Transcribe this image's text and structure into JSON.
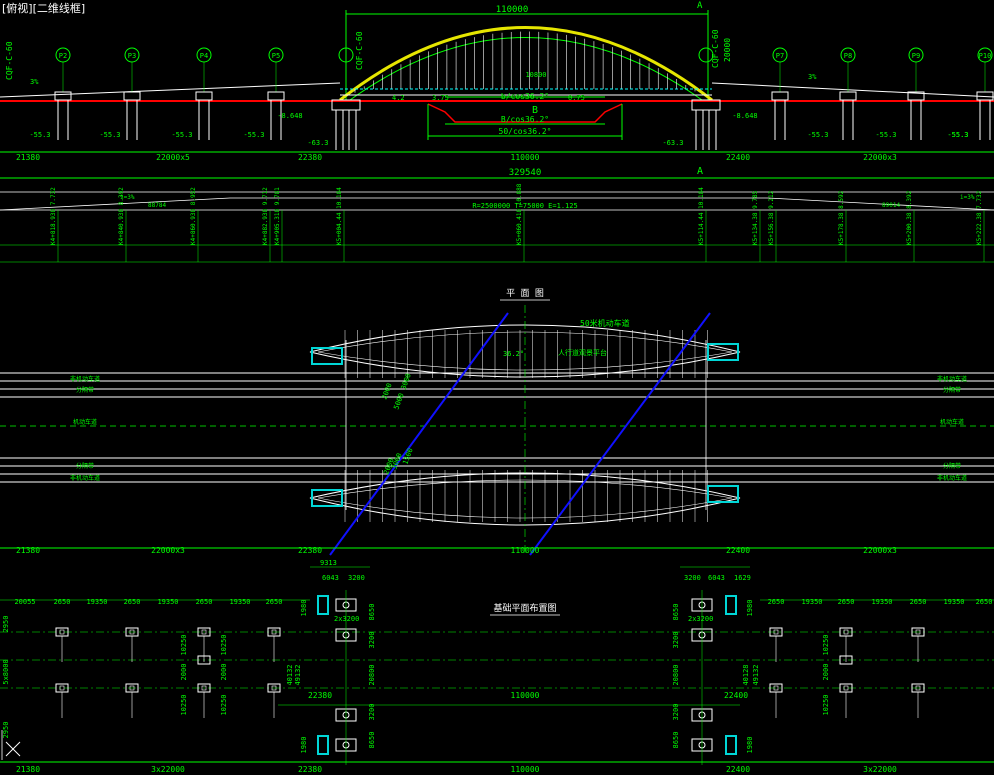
{
  "viewport_title": "[俯视][二维线框]",
  "colors": {
    "background": "#000000",
    "dim_green": "#00ff00",
    "arch_yellow": "#e6e600",
    "white": "#ffffff",
    "road_red": "#ff0000",
    "section_blue": "#1010ff",
    "detail_cyan": "#00d6d6"
  },
  "elevation": {
    "pier_labels": [
      "P2",
      "P3",
      "P4",
      "P5",
      "P7",
      "P8",
      "P9",
      "P10"
    ],
    "top_span": "110000",
    "arch_side_labels_left": [
      "CQF-C-60",
      "CQF-C-60"
    ],
    "arch_side_labels_right": [
      "CQF-C-60",
      "20000"
    ],
    "slope_left": "3%",
    "slope_right": "3%",
    "section_marks": [
      "B",
      "A",
      "A"
    ],
    "deck_texts": [
      "b/cos36.2°",
      "B/cos36.2°",
      "50/cos36.2°",
      "10800",
      "3.75",
      "0.75",
      "4.2"
    ],
    "pile_levels_left": [
      "-55.3",
      "-55.3",
      "-55.3",
      "-55.3",
      "-63.3",
      "-8.648"
    ],
    "pile_levels_right": [
      "-63.3",
      "-8.648",
      "-55.3",
      "-55.3",
      "-55.3",
      "-55.3"
    ],
    "spans_row": [
      "21380",
      "22000x5",
      "22380",
      "110000",
      "22400",
      "22000x3"
    ],
    "total_length": "329540"
  },
  "profile": {
    "curve_left": "i=3%",
    "curve_right": "i=3%",
    "curve_left_len": "88784",
    "curve_right_len": "89014",
    "vertical_curve": "R=2500000   T=75000   E=1.125",
    "stations": [
      "K4+818.938  7.732",
      "K4+840.938  8.392",
      "K4+860.938  8.952",
      "K4+882.938  9.712",
      "K4+905.318  9.781",
      "K5+004.44  10.184",
      "K5+060.418  10.888",
      "K5+114.44  10.184",
      "K5+134.38  9.785",
      "K5+156.38  9.212",
      "K5+178.38  8.592",
      "K5+200.38  8.392",
      "K5+222.38  7.732"
    ]
  },
  "plan": {
    "title": "平 面 图",
    "label_sidewalk": "50米机动车道",
    "label_platform": "人行道观景平台",
    "angle": "36.2°",
    "dims_vertical": [
      "2000",
      "5000  3000",
      "2000",
      "3000",
      "1500"
    ],
    "left_lane_labels": [
      "非机动车道",
      "分隔带",
      "机动车道",
      "分隔带",
      "非机动车道"
    ],
    "right_lane_labels": [
      "非机动车道",
      "分隔带",
      "机动车道",
      "分隔带",
      "非机动车道"
    ],
    "spans_row": [
      "21380",
      "22000x3",
      "22380",
      "110000",
      "22400",
      "22000x3"
    ]
  },
  "foundation": {
    "title": "基础平面布置图",
    "top_left_dims": [
      "20055",
      "2650",
      "19350",
      "2650",
      "19350",
      "2650",
      "19350",
      "2650"
    ],
    "top_right_dims": [
      "2650",
      "19350",
      "2650",
      "19350",
      "2650",
      "19350",
      "2650"
    ],
    "abut_left_dims": [
      "9313",
      "6043",
      "3200"
    ],
    "abut_right_dims": [
      "3200",
      "6043",
      "1629"
    ],
    "left_vertical": [
      "2950",
      "5x8000",
      "2950"
    ],
    "mid_vertical_left": [
      "10250",
      "2000",
      "10250"
    ],
    "mid_vertical_left2": [
      "10250",
      "2000",
      "10250"
    ],
    "right_vertical": [
      "10250",
      "2000",
      "10250"
    ],
    "abut_vertical_left": [
      "1980",
      "8650",
      "3200",
      "20800",
      "3200",
      "8650",
      "1980"
    ],
    "abut_vertical_right": [
      "1980",
      "8650",
      "3200",
      "20800",
      "3200",
      "8650",
      "1980"
    ],
    "big_vertical_left": [
      "40132",
      "49132"
    ],
    "big_vertical_right": [
      "40128",
      "49132"
    ],
    "label_2x3200_left": "2x3200",
    "label_2x3200_right": "2x3200",
    "inner_spans": [
      "22380",
      "110000",
      "22400"
    ],
    "bottom_spans": [
      "21380",
      "3x22000",
      "22380",
      "110000",
      "22400",
      "3x22000"
    ]
  }
}
